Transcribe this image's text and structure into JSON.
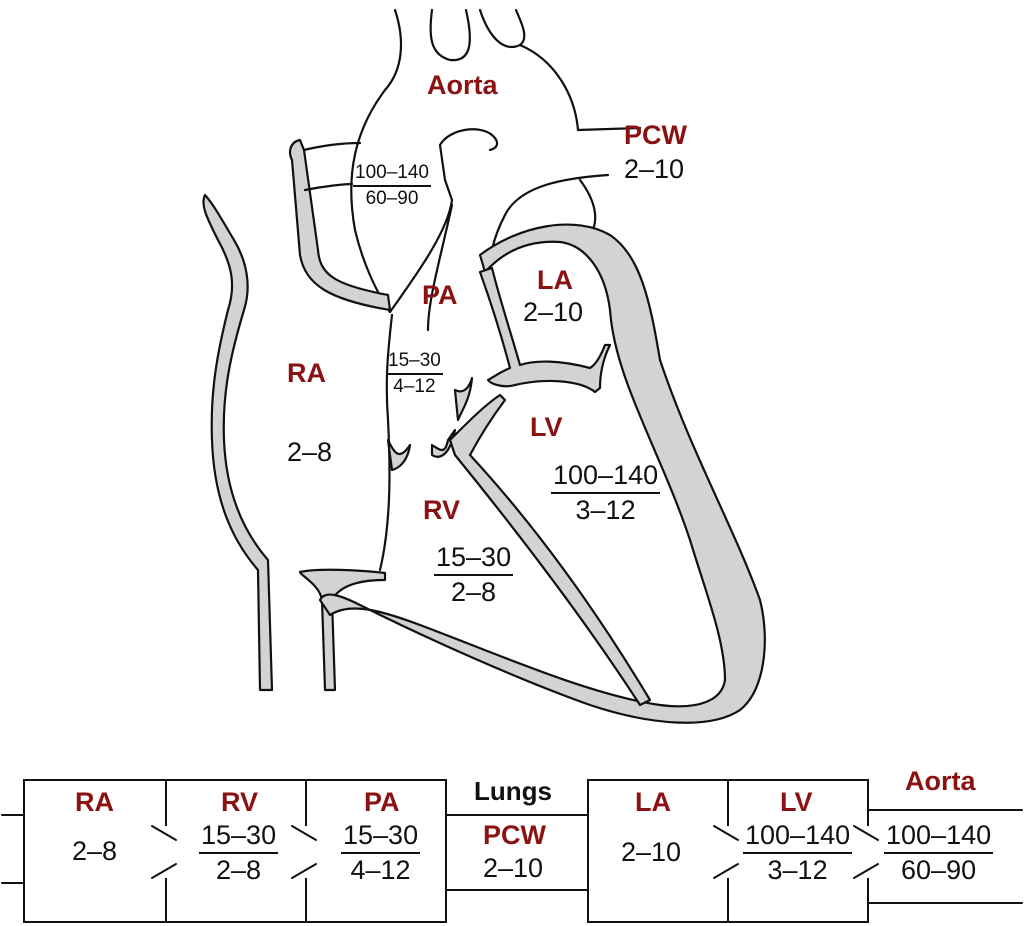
{
  "heart": {
    "aorta": {
      "name": "Aorta",
      "systolic": "100–140",
      "diastolic": "60–90"
    },
    "pcw": {
      "name": "PCW",
      "value": "2–10"
    },
    "pa": {
      "name": "PA",
      "systolic": "15–30",
      "diastolic": "4–12"
    },
    "la": {
      "name": "LA",
      "value": "2–10"
    },
    "ra": {
      "name": "RA",
      "value": "2–8"
    },
    "lv": {
      "name": "LV",
      "systolic": "100–140",
      "diastolic": "3–12"
    },
    "rv": {
      "name": "RV",
      "systolic": "15–30",
      "diastolic": "2–8"
    }
  },
  "circuit": {
    "ra": {
      "name": "RA",
      "value": "2–8"
    },
    "rv": {
      "name": "RV",
      "systolic": "15–30",
      "diastolic": "2–8"
    },
    "pa": {
      "name": "PA",
      "systolic": "15–30",
      "diastolic": "4–12"
    },
    "lungs": "Lungs",
    "pcw": {
      "name": "PCW",
      "value": "2–10"
    },
    "la": {
      "name": "LA",
      "value": "2–10"
    },
    "lv": {
      "name": "LV",
      "systolic": "100–140",
      "diastolic": "3–12"
    },
    "aorta": {
      "name": "Aorta",
      "systolic": "100–140",
      "diastolic": "60–90"
    }
  },
  "colors": {
    "label_red": "#8b1212",
    "wall_gray": "#d3d3d3",
    "line": "#111111"
  }
}
